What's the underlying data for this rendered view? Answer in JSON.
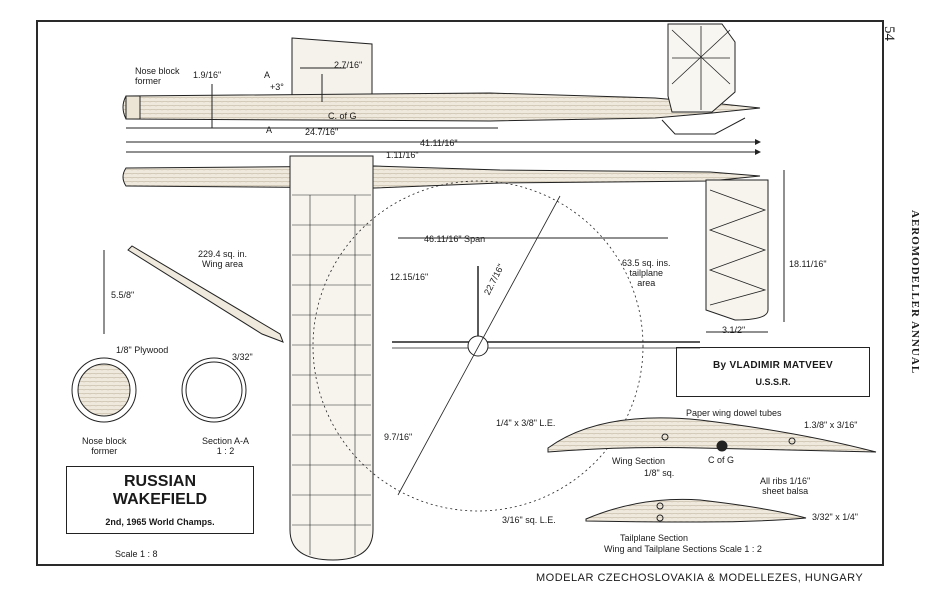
{
  "page_number": "54",
  "side_header": "AEROMODELLER ANNUAL",
  "footer": "MODELAR CZECHOSLOVAKIA & MODELLEZES, HUNGARY",
  "title": {
    "line1": "RUSSIAN",
    "line2": "WAKEFIELD",
    "line3": "2nd, 1965 World Champs."
  },
  "author": {
    "name": "By VLADIMIR MATVEEV",
    "country": "U.S.S.R."
  },
  "scale_main": "Scale 1 : 8",
  "labels": {
    "nose_block_former_top": "Nose block\nformer",
    "dim_1_9_16": "1.9/16\"",
    "arrow_a_top": "A",
    "incidence": "+3°",
    "dim_2_7_16": "2.7/16\"",
    "c_of_g_top": "C. of G",
    "arrow_a_bottom": "A",
    "dim_24_7_16": "24.7/16\"",
    "dim_41_11_16": "41.11/16\"",
    "dim_1_11_16": "1.11/16\"",
    "span": "46.11/16\" Span",
    "wing_area": "229.4 sq. in.\nWing area",
    "dim_5_5_8": "5.5/8\"",
    "dim_12_15_16": "12.15/16\"",
    "dim_22_7_16": "22.7/16\"",
    "tail_area": "63.5 sq. ins.\ntailplane\narea",
    "dim_18_11_16": "18.11/16\"",
    "dim_3_1_2": "3.1/2\"",
    "plywood": "1/8\" Plywood",
    "dim_3_32": "3/32\"",
    "nose_block_former_bottom": "Nose block\nformer",
    "section_aa": "Section A-A\n1 : 2",
    "dim_9_7_16": "9.7/16\"",
    "le_wing": "1/4\" x 3/8\" L.E.",
    "dowel_tubes": "Paper wing dowel tubes",
    "te_wing": "1.3/8\" x 3/16\"",
    "wing_section": "Wing Section",
    "sq_1_8": "1/8\" sq.",
    "c_of_g_section": "C of G",
    "ribs": "All ribs 1/16\"\nsheet balsa",
    "le_tail": "3/16\" sq. L.E.",
    "te_tail": "3/32\" x 1/4\"",
    "tail_section": "Tailplane Section",
    "sections_scale": "Wing and Tailplane Sections   Scale 1 : 2"
  }
}
